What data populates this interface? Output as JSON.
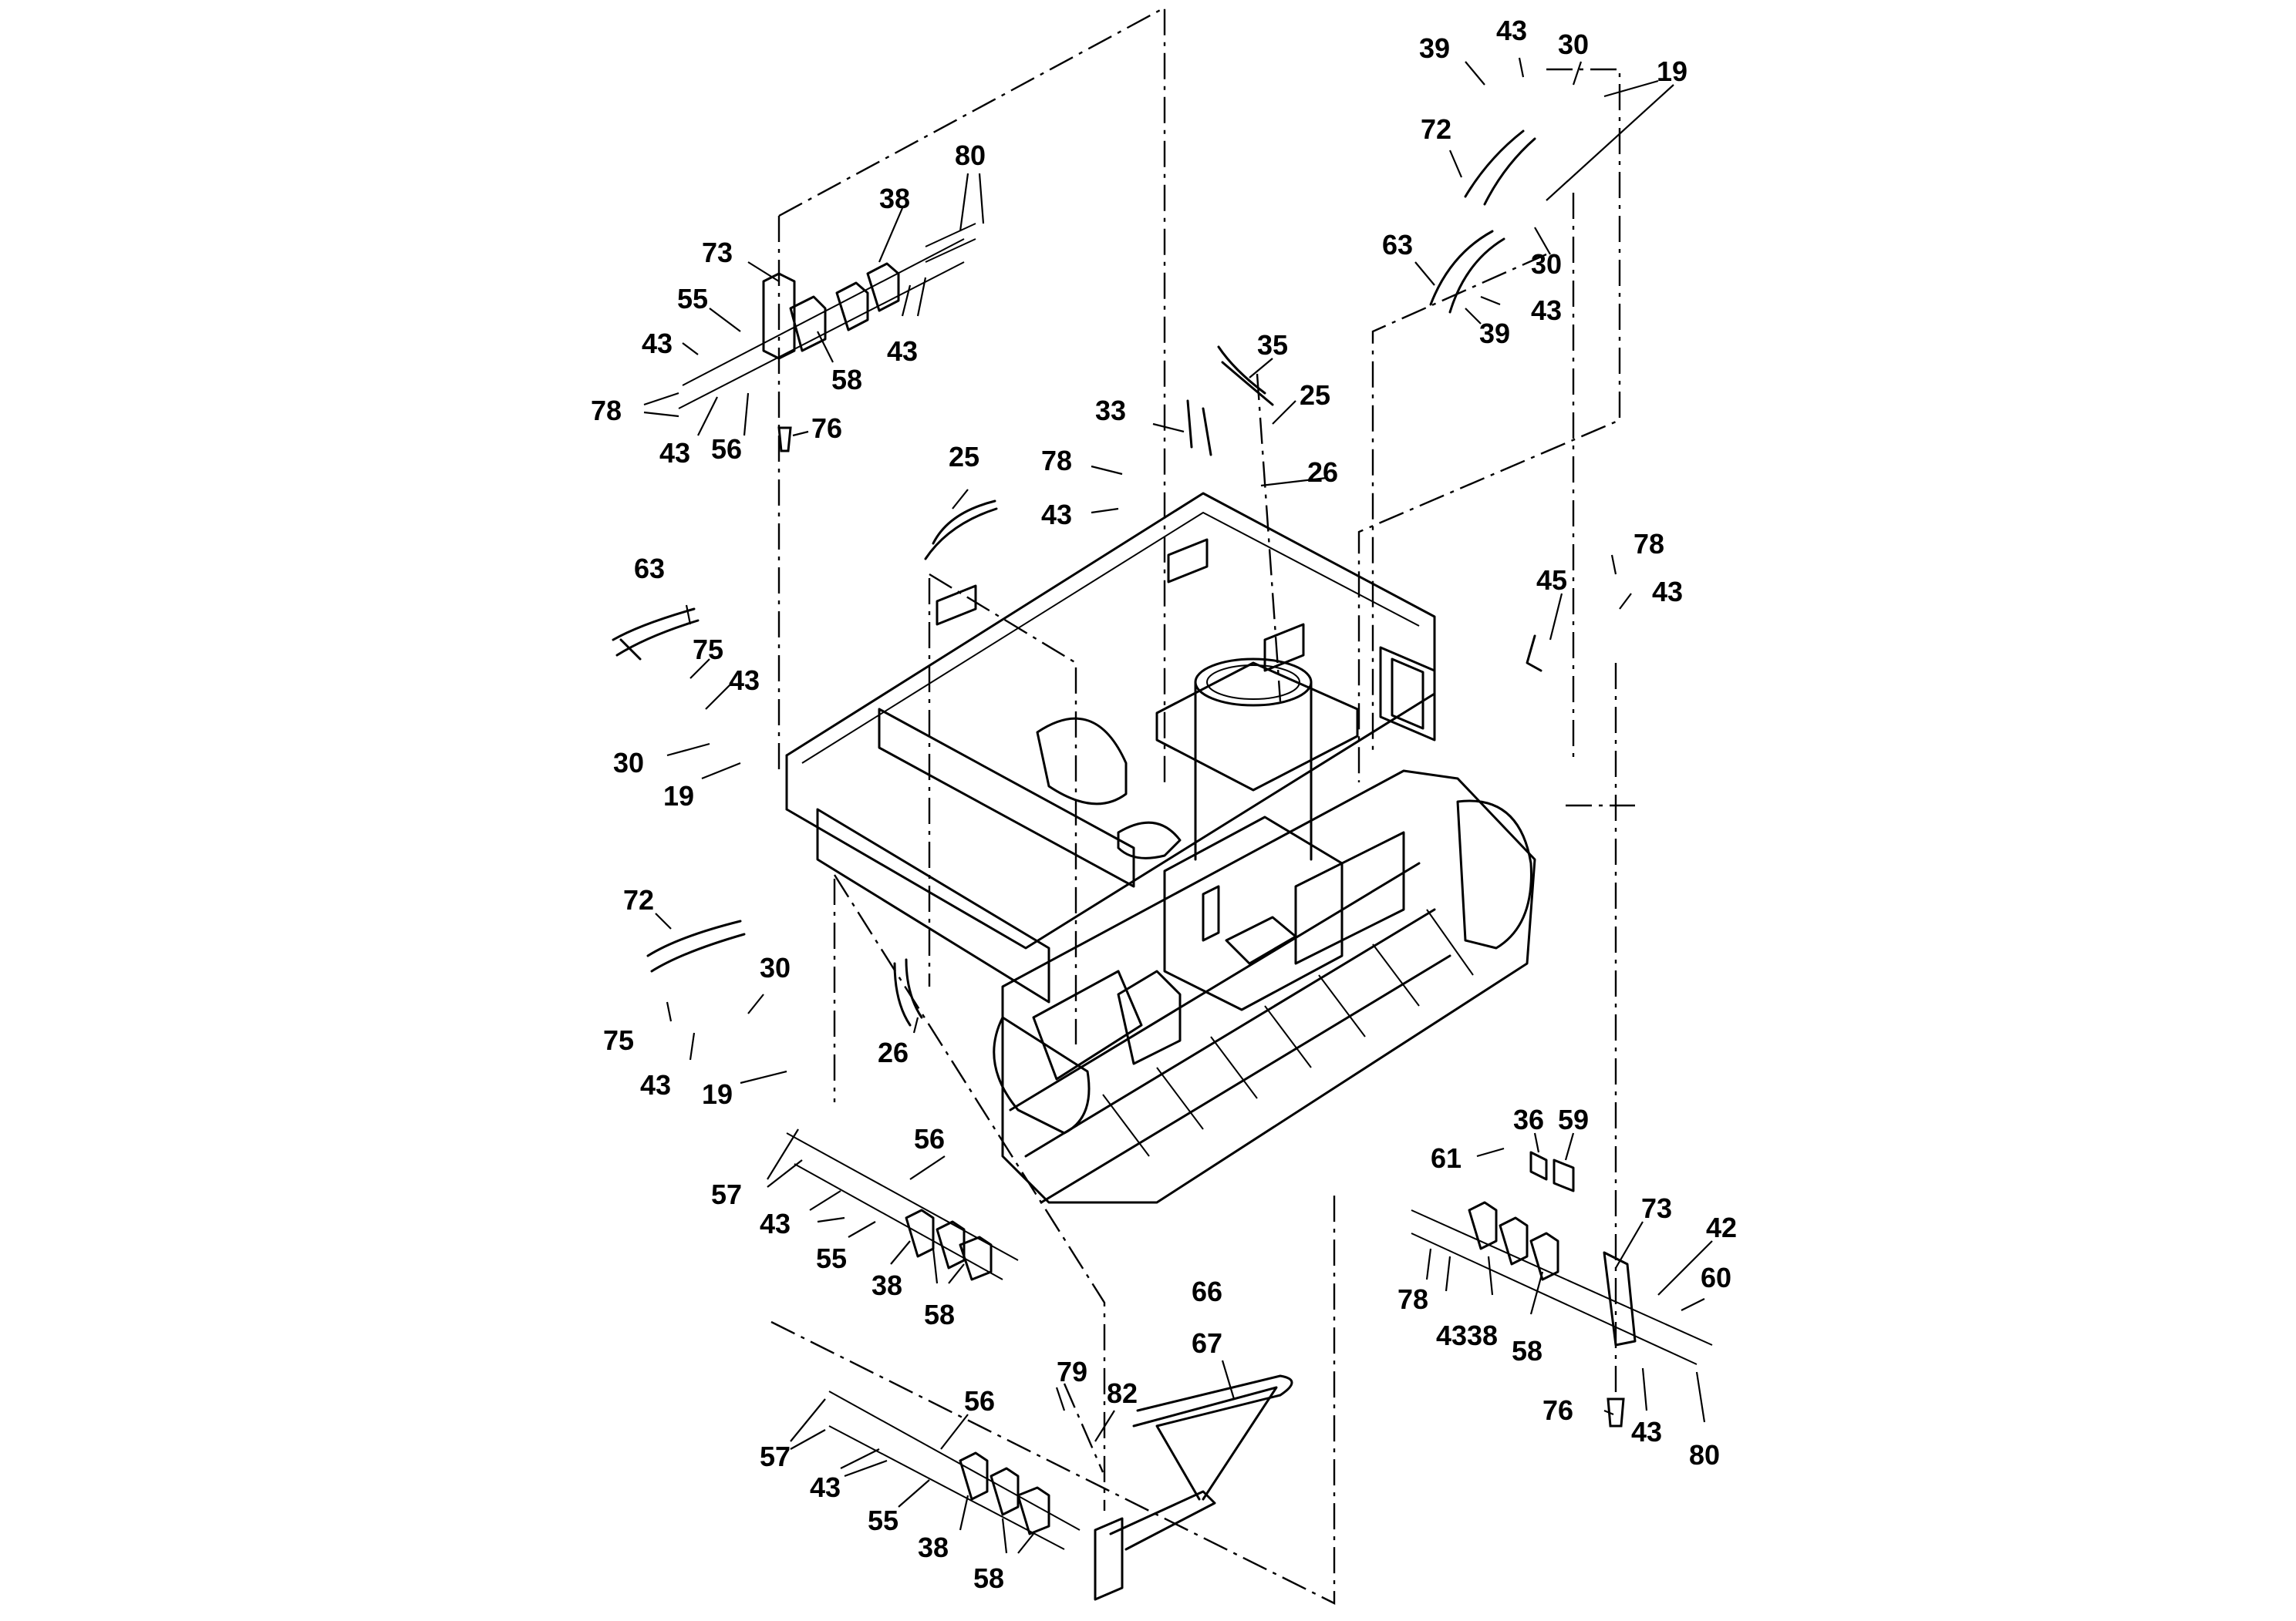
{
  "diagram": {
    "callouts": [
      {
        "id": "c80_top",
        "text": "80"
      },
      {
        "id": "c38_top",
        "text": "38"
      },
      {
        "id": "c73_top",
        "text": "73"
      },
      {
        "id": "c55_top",
        "text": "55"
      },
      {
        "id": "c43_tl1",
        "text": "43"
      },
      {
        "id": "c58_top",
        "text": "58"
      },
      {
        "id": "c43_tl2",
        "text": "43"
      },
      {
        "id": "c78_tl",
        "text": "78"
      },
      {
        "id": "c76_tl",
        "text": "76"
      },
      {
        "id": "c43_tl3",
        "text": "43"
      },
      {
        "id": "c56_tl",
        "text": "56"
      },
      {
        "id": "c39_tr1",
        "text": "39"
      },
      {
        "id": "c43_tr1",
        "text": "43"
      },
      {
        "id": "c30_tr1",
        "text": "30"
      },
      {
        "id": "c19_tr",
        "text": "19"
      },
      {
        "id": "c72_tr",
        "text": "72"
      },
      {
        "id": "c63_tr",
        "text": "63"
      },
      {
        "id": "c30_tr2",
        "text": "30"
      },
      {
        "id": "c43_tr2",
        "text": "43"
      },
      {
        "id": "c39_tr2",
        "text": "39"
      },
      {
        "id": "c35",
        "text": "35"
      },
      {
        "id": "c25_r",
        "text": "25"
      },
      {
        "id": "c33",
        "text": "33"
      },
      {
        "id": "c26_top",
        "text": "26"
      },
      {
        "id": "c25_l",
        "text": "25"
      },
      {
        "id": "c78_mid",
        "text": "78"
      },
      {
        "id": "c43_mid",
        "text": "43"
      },
      {
        "id": "c63_l",
        "text": "63"
      },
      {
        "id": "c75_l1",
        "text": "75"
      },
      {
        "id": "c43_l1",
        "text": "43"
      },
      {
        "id": "c30_l1",
        "text": "30"
      },
      {
        "id": "c19_l1",
        "text": "19"
      },
      {
        "id": "c45",
        "text": "45"
      },
      {
        "id": "c78_r",
        "text": "78"
      },
      {
        "id": "c43_r",
        "text": "43"
      },
      {
        "id": "c72_l",
        "text": "72"
      },
      {
        "id": "c30_l2",
        "text": "30"
      },
      {
        "id": "c75_l2",
        "text": "75"
      },
      {
        "id": "c43_l2",
        "text": "43"
      },
      {
        "id": "c19_l2",
        "text": "19"
      },
      {
        "id": "c26_low",
        "text": "26"
      },
      {
        "id": "c56_m",
        "text": "56"
      },
      {
        "id": "c57_m",
        "text": "57"
      },
      {
        "id": "c43_m",
        "text": "43"
      },
      {
        "id": "c55_m",
        "text": "55"
      },
      {
        "id": "c38_m",
        "text": "38"
      },
      {
        "id": "c58_m",
        "text": "58"
      },
      {
        "id": "c36",
        "text": "36"
      },
      {
        "id": "c59",
        "text": "59"
      },
      {
        "id": "c61",
        "text": "61"
      },
      {
        "id": "c73_r",
        "text": "73"
      },
      {
        "id": "c42",
        "text": "42"
      },
      {
        "id": "c60",
        "text": "60"
      },
      {
        "id": "c78_br",
        "text": "78"
      },
      {
        "id": "c43_br1",
        "text": "43"
      },
      {
        "id": "c38_br",
        "text": "38"
      },
      {
        "id": "c58_br",
        "text": "58"
      },
      {
        "id": "c76_br",
        "text": "76"
      },
      {
        "id": "c43_br2",
        "text": "43"
      },
      {
        "id": "c80_br",
        "text": "80"
      },
      {
        "id": "c66",
        "text": "66"
      },
      {
        "id": "c67",
        "text": "67"
      },
      {
        "id": "c79",
        "text": "79"
      },
      {
        "id": "c82",
        "text": "82"
      },
      {
        "id": "c56_b",
        "text": "56"
      },
      {
        "id": "c57_b",
        "text": "57"
      },
      {
        "id": "c43_b",
        "text": "43"
      },
      {
        "id": "c55_b",
        "text": "55"
      },
      {
        "id": "c38_b",
        "text": "38"
      },
      {
        "id": "c58_b",
        "text": "58"
      }
    ]
  }
}
